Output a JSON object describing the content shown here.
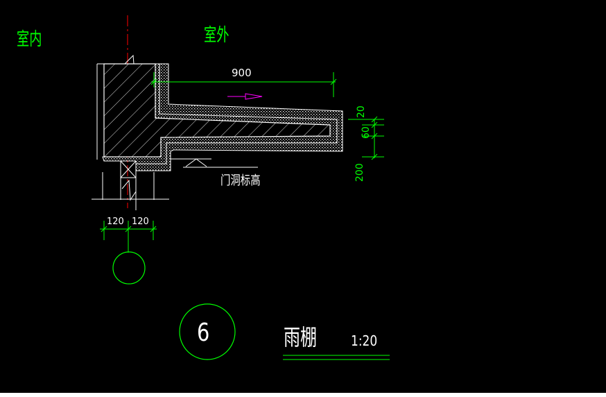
{
  "labels": {
    "indoor": "室内",
    "outdoor": "室外",
    "dim_900": "900",
    "dim_20": "20",
    "dim_60": "60",
    "dim_200": "200",
    "dim_120_left": "120",
    "dim_120_right": "120",
    "door_elevation": "门洞标高",
    "detail_number": "6",
    "detail_title": "雨棚",
    "scale": "1:20"
  },
  "colors": {
    "background": "#000000",
    "dimension": "#00ff00",
    "geometry": "#ffffff",
    "axis": "#ff0000",
    "arrow": "#ff00ff"
  }
}
